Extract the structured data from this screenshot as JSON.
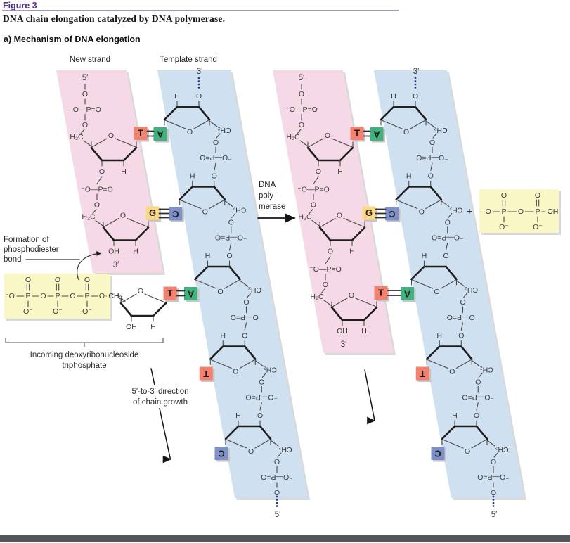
{
  "figure": {
    "label": "Figure 3",
    "caption": "DNA chain elongation catalyzed by DNA polymerase.",
    "panel": "a) Mechanism of DNA elongation"
  },
  "labels": {
    "new_strand": "New strand",
    "template_strand": "Template strand",
    "plus": "+",
    "enzyme": [
      "DNA",
      "poly-",
      "merase"
    ],
    "formation": [
      "Formation of",
      "phosphodiester",
      "bond"
    ],
    "incoming": [
      "Incoming deoxyribonucleoside",
      "triphosphate"
    ],
    "direction": [
      "5′-to-3′ direction",
      "of chain growth"
    ]
  },
  "chem": {
    "O": "O",
    "P": "P",
    "H": "H",
    "OH": "OH",
    "negO": "⁻O",
    "Oneg": "O⁻",
    "H2C": "H₂C",
    "CH2": "CH₂",
    "PO": "⁻O—P=O",
    "five": "5′",
    "three": "3′",
    "tri_atoms": [
      "⁻O",
      "P",
      "O",
      "P",
      "O",
      "P",
      "O",
      "CH₂"
    ],
    "pyro_atoms": [
      "⁻O",
      "P",
      "O",
      "P",
      "OH"
    ]
  },
  "sequences": {
    "left": {
      "new": [
        "T",
        "G"
      ],
      "incoming": "T",
      "template": [
        "A",
        "C",
        "A",
        "T",
        "C"
      ]
    },
    "right": {
      "new": [
        "T",
        "G",
        "T"
      ],
      "template": [
        "A",
        "C",
        "A",
        "T",
        "C"
      ]
    }
  },
  "pair_bond_counts": {
    "AT": 2,
    "GC": 3
  },
  "colors": {
    "T": "#f2826f",
    "A": "#41b17d",
    "G": "#fad885",
    "C": "#7e90c8",
    "new_band": "#f5d9e7",
    "template_band": "#cfe0f1",
    "highlight": "#faf7c6",
    "accent": "#532c8a",
    "ink": "#3a3a3a",
    "bond": "#4a4a4a",
    "ring": "#1e1e1e",
    "dots": "#2b3a91",
    "shadow": "#c6c6c6",
    "footer": "#53565b",
    "white": "#ffffff"
  }
}
